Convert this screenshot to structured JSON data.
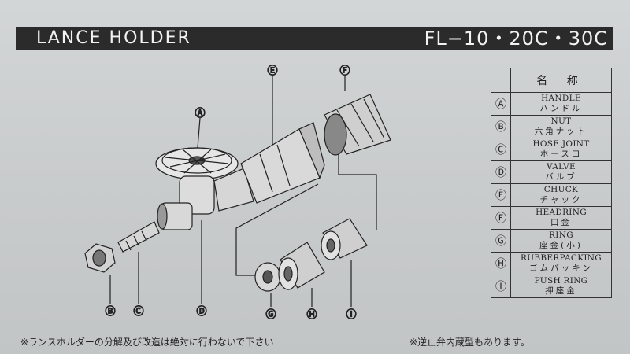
{
  "header": {
    "title": "LANCE HOLDER",
    "model": "FL−10・20C・30C"
  },
  "parts_table": {
    "heading": "名 称",
    "rows": [
      {
        "symbol": "Ⓐ",
        "en": "HANDLE",
        "jp": "ハンドル"
      },
      {
        "symbol": "Ⓑ",
        "en": "NUT",
        "jp": "六角ナット"
      },
      {
        "symbol": "Ⓒ",
        "en": "HOSE JOINT",
        "jp": "ホース口"
      },
      {
        "symbol": "Ⓓ",
        "en": "VALVE",
        "jp": "バルブ"
      },
      {
        "symbol": "Ⓔ",
        "en": "CHUCK",
        "jp": "チャック"
      },
      {
        "symbol": "Ⓕ",
        "en": "HEADRING",
        "jp": "口金"
      },
      {
        "symbol": "Ⓖ",
        "en": "RING",
        "jp": "座金(小)"
      },
      {
        "symbol": "Ⓗ",
        "en": "RUBBERPACKING",
        "jp": "ゴムパッキン"
      },
      {
        "symbol": "Ⓘ",
        "en": "PUSH RING",
        "jp": "押座金"
      }
    ]
  },
  "callouts": {
    "A": "Ⓐ",
    "B": "Ⓑ",
    "C": "Ⓒ",
    "D": "Ⓓ",
    "E": "Ⓔ",
    "F": "Ⓕ",
    "G": "Ⓖ",
    "H": "Ⓗ",
    "I": "Ⓘ"
  },
  "footer": {
    "left": "※ランスホルダーの分解及び改造は絶対に行わないで下さい",
    "right": "※逆止弁内蔵型もあります。"
  }
}
